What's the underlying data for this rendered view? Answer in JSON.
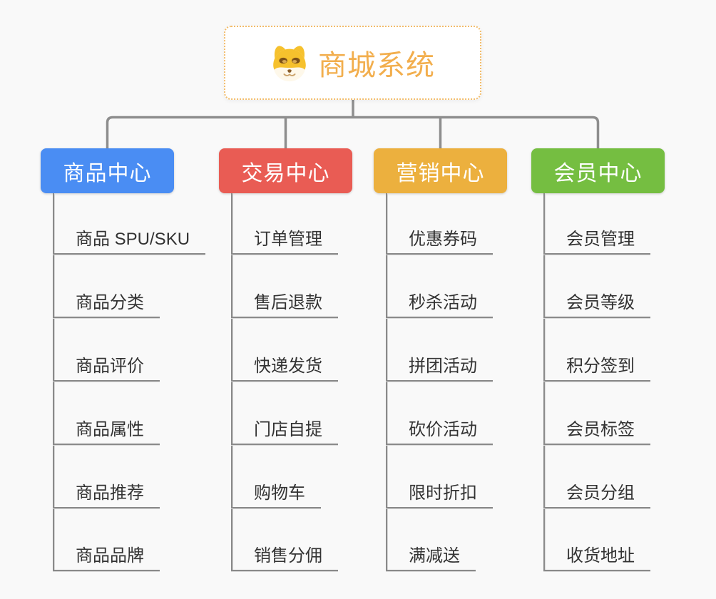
{
  "root": {
    "title": "商城系统",
    "icon": "shiba-dog-icon"
  },
  "colors": {
    "background": "#f9f9f9",
    "root_border": "#f2bc6b",
    "root_text": "#f2ae4d",
    "connector": "#8e8e8e",
    "leaf_line": "#8a8a8a",
    "leaf_text": "#333333"
  },
  "branches": [
    {
      "label": "商品中心",
      "color": "#4a8df3",
      "children": [
        "商品 SPU/SKU",
        "商品分类",
        "商品评价",
        "商品属性",
        "商品推荐",
        "商品品牌"
      ]
    },
    {
      "label": "交易中心",
      "color": "#e95c54",
      "children": [
        "订单管理",
        "售后退款",
        "快递发货",
        "门店自提",
        "购物车",
        "销售分佣"
      ]
    },
    {
      "label": "营销中心",
      "color": "#ecb03e",
      "children": [
        "优惠券码",
        "秒杀活动",
        "拼团活动",
        "砍价活动",
        "限时折扣",
        "满减送"
      ]
    },
    {
      "label": "会员中心",
      "color": "#75be41",
      "children": [
        "会员管理",
        "会员等级",
        "积分签到",
        "会员标签",
        "会员分组",
        "收货地址"
      ]
    }
  ]
}
